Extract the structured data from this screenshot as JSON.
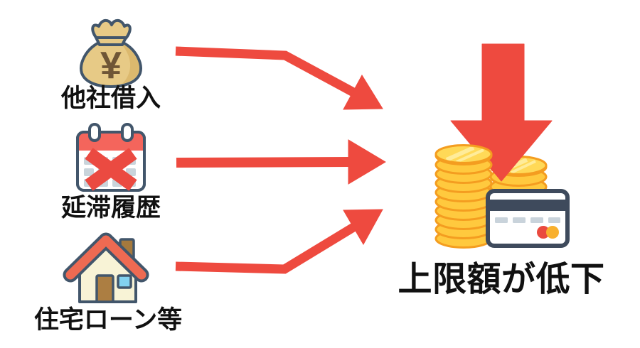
{
  "factors": [
    {
      "id": "other-loans",
      "label": "他社借入",
      "icon": "money-bag-icon",
      "symbol": "¥"
    },
    {
      "id": "delinquency-history",
      "label": "延滞履歴",
      "icon": "calendar-x-icon"
    },
    {
      "id": "housing-loan",
      "label": "住宅ローン等",
      "icon": "house-icon"
    }
  ],
  "result": {
    "id": "credit-limit-drop",
    "label": "上限額が低下",
    "icon": "coins-credit-card-icon"
  },
  "colors": {
    "arrow_red": "#EE4A3F",
    "calendar_red": "#F4655C",
    "cross_red": "#EB4A41",
    "roof_red": "#EE6A52",
    "outline_slate": "#42566B",
    "card_navy": "#3E4A5C",
    "coin_body": "#FFC93E",
    "coin_face": "#FFD957",
    "coin_edge": "#F49D20",
    "coin_highlight": "#FFEC9A",
    "bag_tan": "#E7CA86",
    "yen_brown": "#6F5636",
    "wall_cream": "#F8F3D6",
    "door_brown": "#AC7E42",
    "window_blue": "#82D2F0",
    "dash_gray": "#C9D3DB",
    "circle_red": "#EA4A3F",
    "circle_yellow": "#F8B02E",
    "text_black": "#111111",
    "background": "#FFFFFF"
  }
}
